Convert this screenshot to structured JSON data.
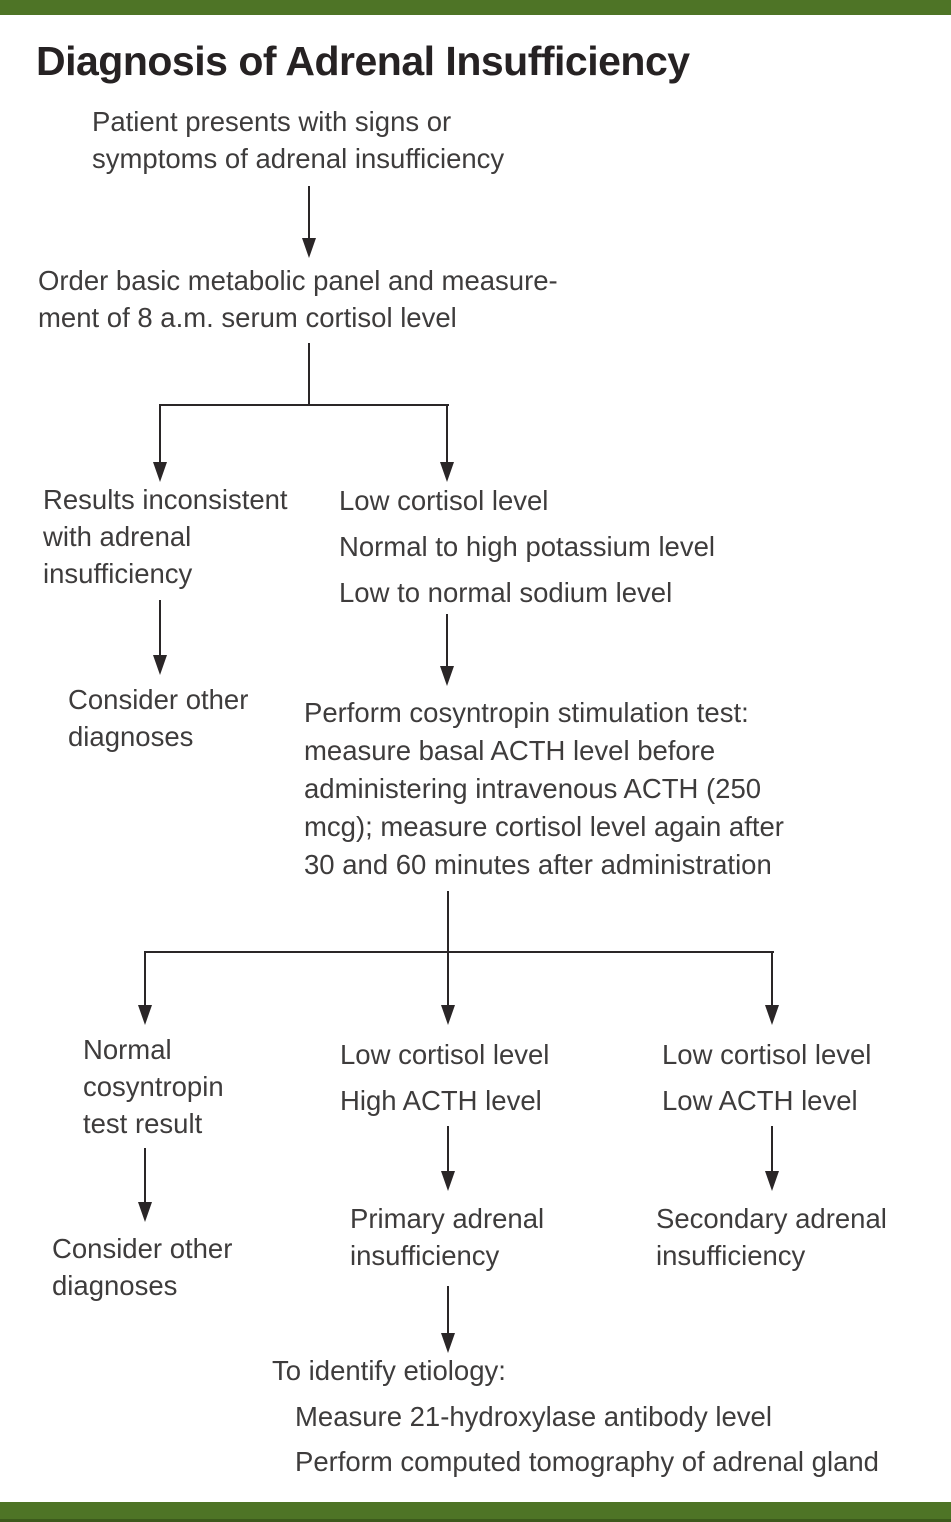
{
  "title": "Diagnosis of Adrenal Insufficiency",
  "colors": {
    "accent_bar_green": "#4e7426",
    "text": "#3e3c3c",
    "connector": "#2a2627",
    "background": "#ffffff"
  },
  "flow": {
    "start": {
      "lines": [
        "Patient presents with signs or",
        "symptoms of adrenal insufficiency"
      ]
    },
    "order_panel": {
      "lines": [
        "Order basic metabolic panel and measure-",
        "ment of 8 a.m. serum cortisol level"
      ]
    },
    "results_inconsistent": {
      "lines": [
        "Results inconsistent",
        "with adrenal",
        "insufficiency"
      ]
    },
    "consider_other_1": {
      "lines": [
        "Consider other",
        "diagnoses"
      ]
    },
    "abnormal_labs": {
      "items": [
        "Low cortisol level",
        "Normal to high potassium level",
        "Low to normal sodium level"
      ]
    },
    "cosyntropin_test": {
      "lines": [
        "Perform cosyntropin stimulation test:",
        "measure basal ACTH level before",
        "administering intravenous ACTH (250",
        "mcg); measure cortisol level again after",
        "30 and 60 minutes after administration"
      ]
    },
    "normal_result": {
      "lines": [
        "Normal",
        "cosyntropin",
        "test result"
      ]
    },
    "consider_other_2": {
      "lines": [
        "Consider other",
        "diagnoses"
      ]
    },
    "primary_findings": {
      "items": [
        "Low cortisol level",
        "High ACTH level"
      ]
    },
    "primary_dx": {
      "lines": [
        "Primary adrenal",
        "insufficiency"
      ]
    },
    "secondary_findings": {
      "items": [
        "Low cortisol level",
        "Low ACTH level"
      ]
    },
    "secondary_dx": {
      "lines": [
        "Secondary adrenal",
        "insufficiency"
      ]
    },
    "etiology": {
      "heading": "To identify etiology:",
      "items": [
        "Measure 21-hydroxylase antibody level",
        "Perform computed tomography of adrenal gland"
      ]
    }
  }
}
